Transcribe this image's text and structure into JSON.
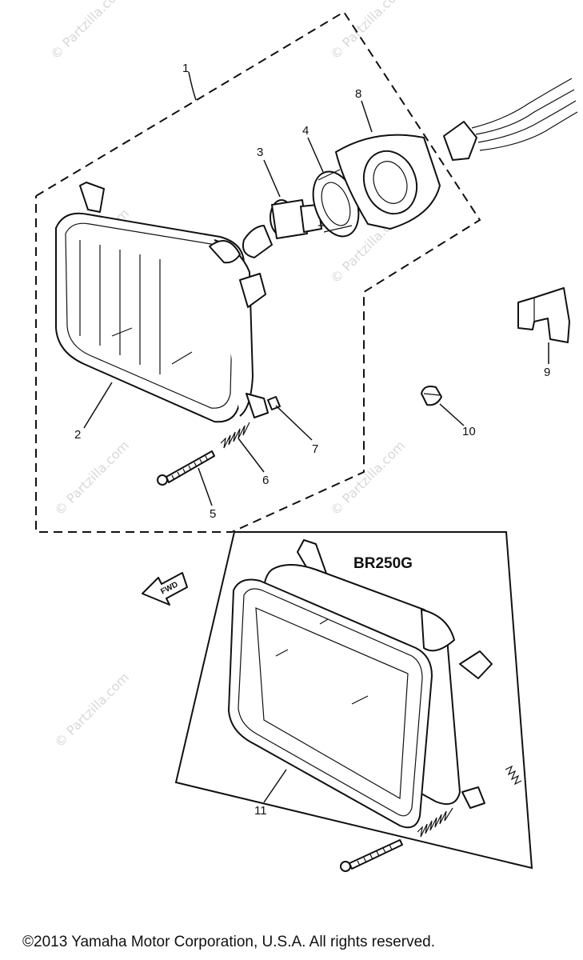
{
  "callouts": {
    "p1": "1",
    "p2": "2",
    "p3": "3",
    "p4": "4",
    "p5": "5",
    "p6": "6",
    "p7": "7",
    "p8": "8",
    "p9": "9",
    "p10": "10",
    "p11": "11"
  },
  "model_label": "BR250G",
  "fwd_arrow": "FWD",
  "watermark": "© Partzilla.com",
  "copyright": "©2013  Yamaha Motor Corporation, U.S.A. All rights reserved."
}
